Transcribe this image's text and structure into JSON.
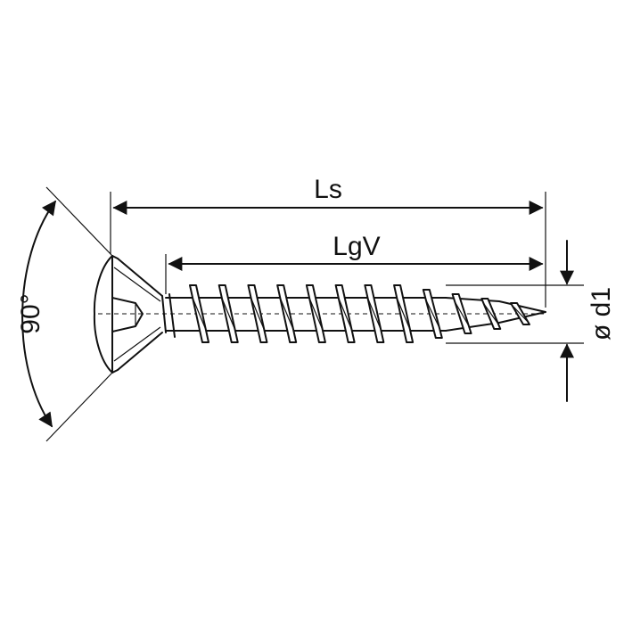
{
  "dimensions": {
    "total_length_label": "Ls",
    "thread_length_label": "LgV",
    "diameter_label": "ø d1",
    "head_angle_label": "90°"
  },
  "thread": {
    "turns": 12
  },
  "colors": {
    "line": "#111111",
    "background": "#ffffff"
  }
}
